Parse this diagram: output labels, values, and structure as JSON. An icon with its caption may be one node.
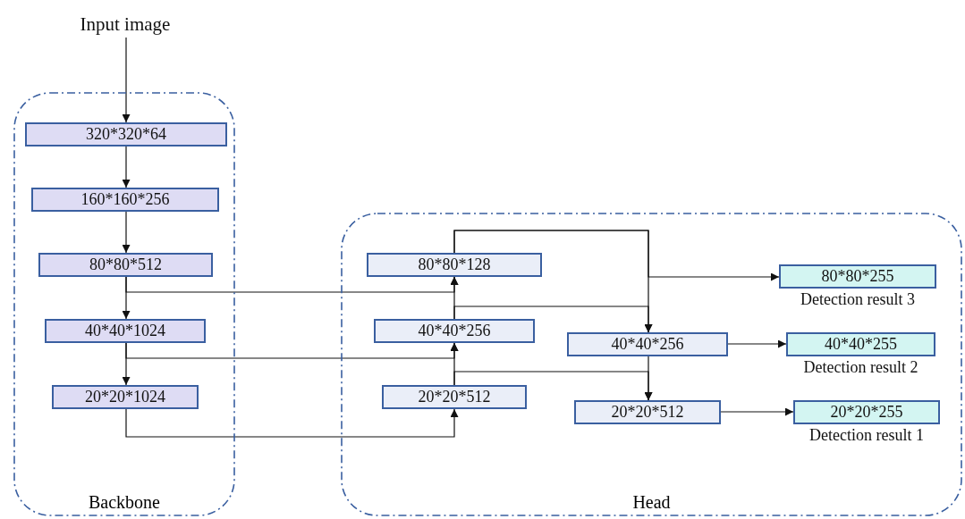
{
  "diagram": {
    "nodes": [
      {
        "text": [
          "Backbone"
        ]
      },
      {
        "text": [
          "Head"
        ]
      },
      {
        "text": [
          "Input image"
        ]
      },
      {
        "text": [
          "320*320*64"
        ],
        "in": 0
      },
      {
        "text": [
          "160*160*256"
        ],
        "in": 0
      },
      {
        "text": [
          "80*80*512"
        ],
        "in": 0
      },
      {
        "text": [
          "40*40*1024"
        ],
        "in": 0
      },
      {
        "text": [
          "20*20*1024"
        ],
        "in": 0
      },
      {
        "text": [
          "80*80*128"
        ],
        "in": 1
      },
      {
        "text": [
          "40*40*256"
        ],
        "in": 1
      },
      {
        "text": [
          "20*20*512"
        ],
        "in": 1
      },
      {
        "text": [
          "40*40*256"
        ],
        "in": 1
      },
      {
        "text": [
          "20*20*512"
        ],
        "in": 1
      },
      {
        "text": [
          "80*80*255"
        ],
        "in": 1,
        "beside": [
          "Detection result 3"
        ]
      },
      {
        "text": [
          "40*40*255"
        ],
        "in": 1,
        "beside": [
          "Detection result 2"
        ]
      },
      {
        "text": [
          "20*20*255"
        ],
        "in": 1,
        "beside": [
          "Detection result 1"
        ]
      }
    ],
    "edges": [
      {
        "from": 2,
        "to": 3,
        "arrow": "to"
      },
      {
        "from": 3,
        "to": 4,
        "arrow": "to"
      },
      {
        "from": 4,
        "to": 5,
        "arrow": "to"
      },
      {
        "from": 5,
        "to": 6,
        "arrow": "to"
      },
      {
        "from": 6,
        "to": 7,
        "arrow": "to"
      },
      {
        "from": 5,
        "to": 8,
        "arrow": "to"
      },
      {
        "from": 6,
        "to": 9,
        "arrow": "to"
      },
      {
        "from": 7,
        "to": 10,
        "arrow": "to"
      },
      {
        "from": 10,
        "to": 9,
        "arrow": "to"
      },
      {
        "from": 9,
        "to": 8,
        "arrow": "to"
      },
      {
        "from": 8,
        "to": 11,
        "arrow": "to"
      },
      {
        "from": 9,
        "to": 11,
        "arrow": "to"
      },
      {
        "from": 10,
        "to": 12,
        "arrow": "to"
      },
      {
        "from": 11,
        "to": 12,
        "arrow": "to"
      },
      {
        "from": 8,
        "to": 13,
        "arrow": "to"
      },
      {
        "from": 11,
        "to": 14,
        "arrow": "to"
      },
      {
        "from": 12,
        "to": 15,
        "arrow": "to"
      }
    ]
  }
}
